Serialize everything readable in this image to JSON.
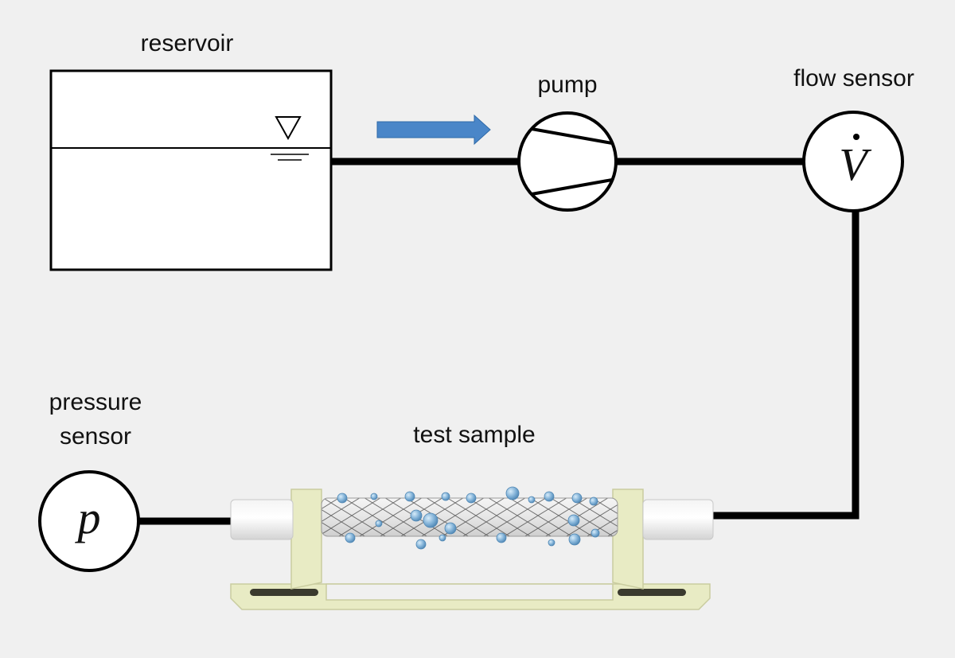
{
  "labels": {
    "reservoir": "reservoir",
    "pump": "pump",
    "flow_sensor": "flow sensor",
    "pressure_sensor_line1": "pressure",
    "pressure_sensor_line2": "sensor",
    "test_sample": "test sample"
  },
  "symbols": {
    "flow": "V",
    "pressure": "p"
  },
  "colors": {
    "background": "#f0f0f0",
    "line": "#000000",
    "arrow": "#4a86c8",
    "holder": "#e8ebc4",
    "droplet": "#7fb0d6"
  },
  "icons": {
    "flow_arrow": "right-arrow-icon",
    "water_level": "water-level-triangle-icon"
  }
}
